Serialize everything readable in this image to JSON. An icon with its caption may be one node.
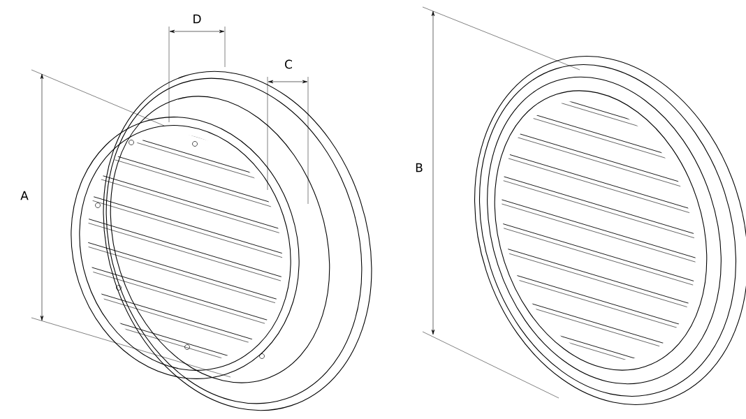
{
  "diagram": {
    "labels": [
      "D",
      "C",
      "A",
      "B"
    ]
  }
}
